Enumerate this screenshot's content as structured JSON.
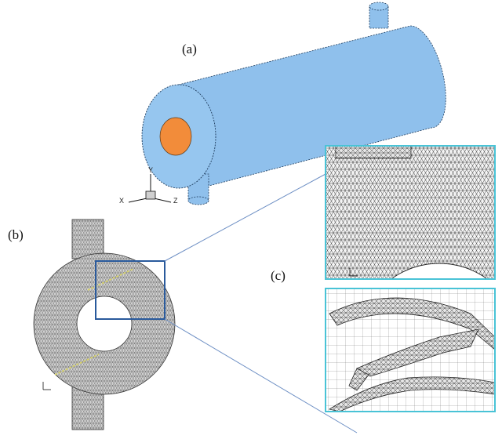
{
  "panels": {
    "a": {
      "label": "(a)"
    },
    "b": {
      "label": "(b)"
    },
    "c": {
      "label": "(c)"
    }
  },
  "triad": {
    "x_label": "X",
    "y_label": "Y",
    "z_label": "Z"
  },
  "colors": {
    "shell": "#8fc0ec",
    "shell_edge": "#1e3b5c",
    "inlet": "#f28c3a",
    "mesh_fill": "#c9c9c9",
    "mesh_line": "#5a5a5a",
    "zoom_box": "#2a5a9c",
    "inset_border": "#49c3d6"
  }
}
